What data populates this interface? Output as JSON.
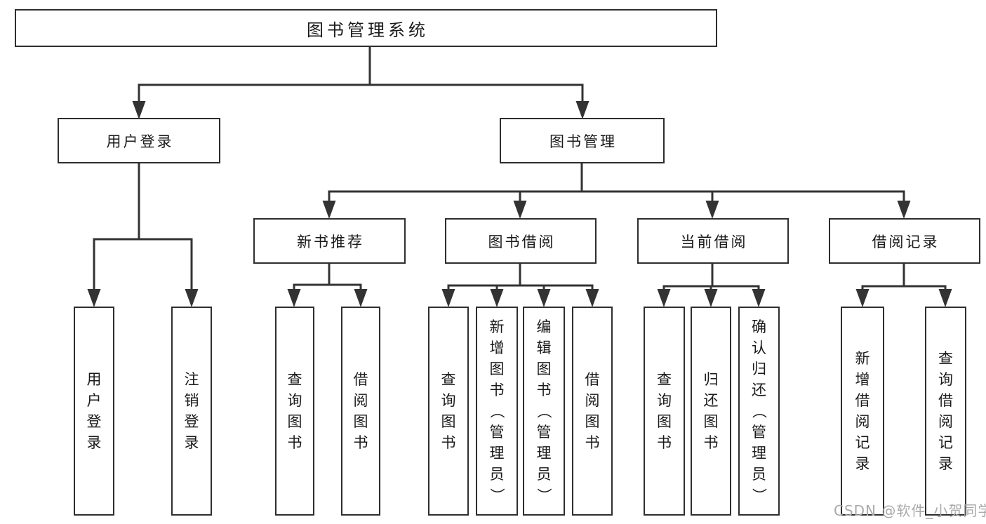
{
  "diagram": {
    "root": "图书管理系统",
    "level2": {
      "user_login": "用户登录",
      "book_mgmt": "图书管理"
    },
    "level3": {
      "new_book_rec": "新书推荐",
      "book_borrow": "图书借阅",
      "current_borrow": "当前借阅",
      "borrow_record": "借阅记录"
    },
    "leaves": {
      "user_login": [
        "用户登录",
        "注销登录"
      ],
      "new_book_rec": [
        "查询图书",
        "借阅图书"
      ],
      "book_borrow": [
        "查询图书",
        "新增图书（管理员）",
        "编辑图书（管理员）",
        "借阅图书"
      ],
      "current_borrow": [
        "查询图书",
        "归还图书",
        "确认归还（管理员）"
      ],
      "borrow_record": [
        "新增借阅记录",
        "查询借阅记录"
      ]
    }
  },
  "watermark": "CSDN @软件_小贺同学",
  "colors": {
    "line": "#333333",
    "box_border": "#2e2e2e",
    "text": "#1a1a1a",
    "watermark": "#a9a9a9",
    "background": "#ffffff"
  }
}
